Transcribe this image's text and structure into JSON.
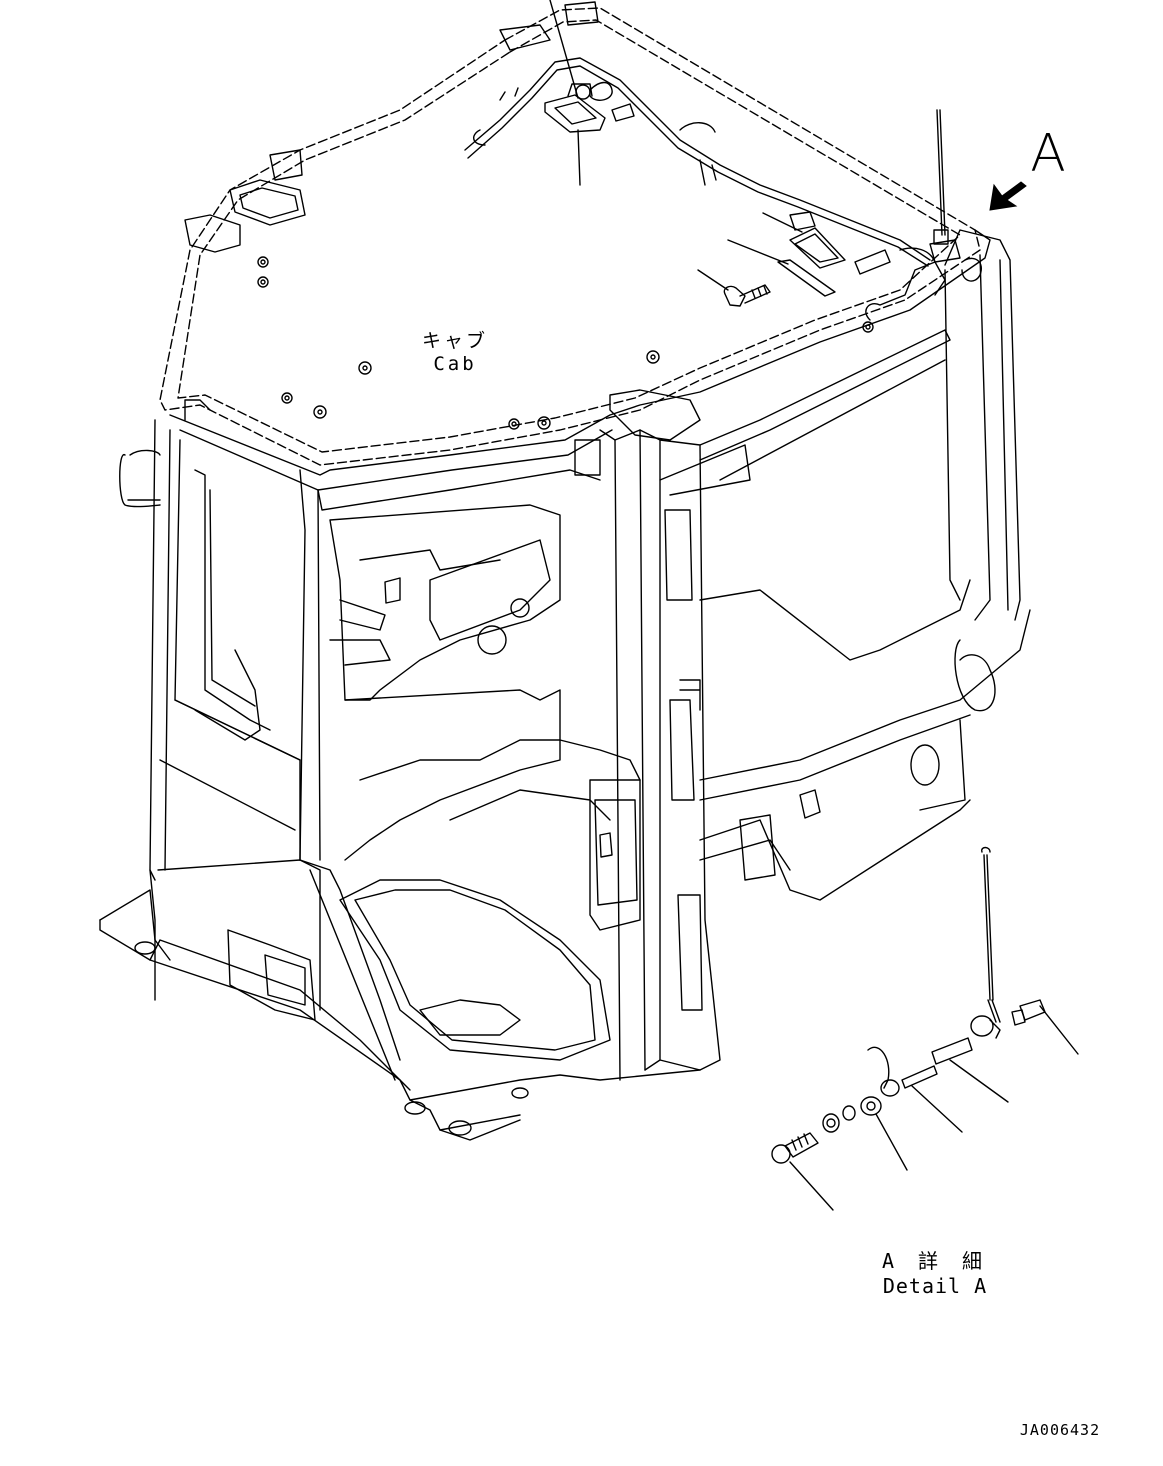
{
  "labels": {
    "cab_jp": "キャブ",
    "cab_en": "Cab",
    "view_arrow": "A",
    "detail_jp": "A 詳 細",
    "detail_en": "Detail A",
    "drawing_code": "JA006432"
  },
  "icons": {
    "view_arrow": "arrow-down-left-icon"
  },
  "colors": {
    "line": "#000000",
    "background": "#ffffff"
  }
}
